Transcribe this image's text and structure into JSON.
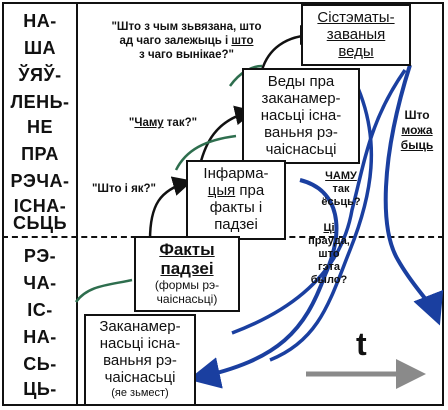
{
  "side_top": [
    "НА-",
    "ША",
    "ЎЯЎ-",
    "ЛЕНЬ-",
    "НЕ",
    "ПРА",
    "РЭЧА-",
    "ІСНА-",
    "СЬЦЬ"
  ],
  "side_bottom": [
    "РЭ-",
    "ЧА-",
    "ІС-",
    "НА-",
    "СЬ-",
    "ЦЬ-"
  ],
  "top_quote": {
    "line1": "\"Што з чым зьвязана, што",
    "line2_a": "ад чаго залежыць і ",
    "line2_u": "што",
    "line3": "з чаго вынікае?\""
  },
  "box_systems": {
    "line1": "Сістэматы-",
    "line2": "заваныя",
    "line3": "веды"
  },
  "box_knowledge": {
    "line1": "Веды пра",
    "line2": "заканамер-",
    "line3": "насьці існа-",
    "line4": "ваньня рэ-",
    "line5": "чаіснасьці"
  },
  "box_info": {
    "line1": "Інфарма-",
    "line2_u": "цыя",
    "line2_b": " пра",
    "line3": "факты і",
    "line4": "падзеі"
  },
  "box_facts": {
    "title1": "Факты",
    "title2": "падзеі",
    "sub1": "(формы рэ-",
    "sub2": "чаіснасьці)"
  },
  "box_laws": {
    "line1": "Заканамер-",
    "line2": "насьці існа-",
    "line3": "ваньня рэ-",
    "line4": "чаіснасьці",
    "line5": "(яе зьмест)"
  },
  "q_why": {
    "a": "\"",
    "u": "Чаму",
    "b": " так?\""
  },
  "q_what_how": "\"Што і як?\"",
  "q_why_so": {
    "l1": "ЧАМУ",
    "l2": "так",
    "l3": "ёсьць?"
  },
  "q_truth": {
    "l1": "Ці",
    "l2": "праўда,",
    "l3": "што",
    "l4": "гэта",
    "l5": "было?"
  },
  "q_what_can": {
    "l1": "Што",
    "l2": "можа",
    "l3": "быць"
  },
  "time_label": "t",
  "colors": {
    "arrow_blue": "#1a3fa0",
    "arrow_green": "#2e6e4e",
    "arrow_grey": "#8a8a8a",
    "ink": "#111111"
  }
}
